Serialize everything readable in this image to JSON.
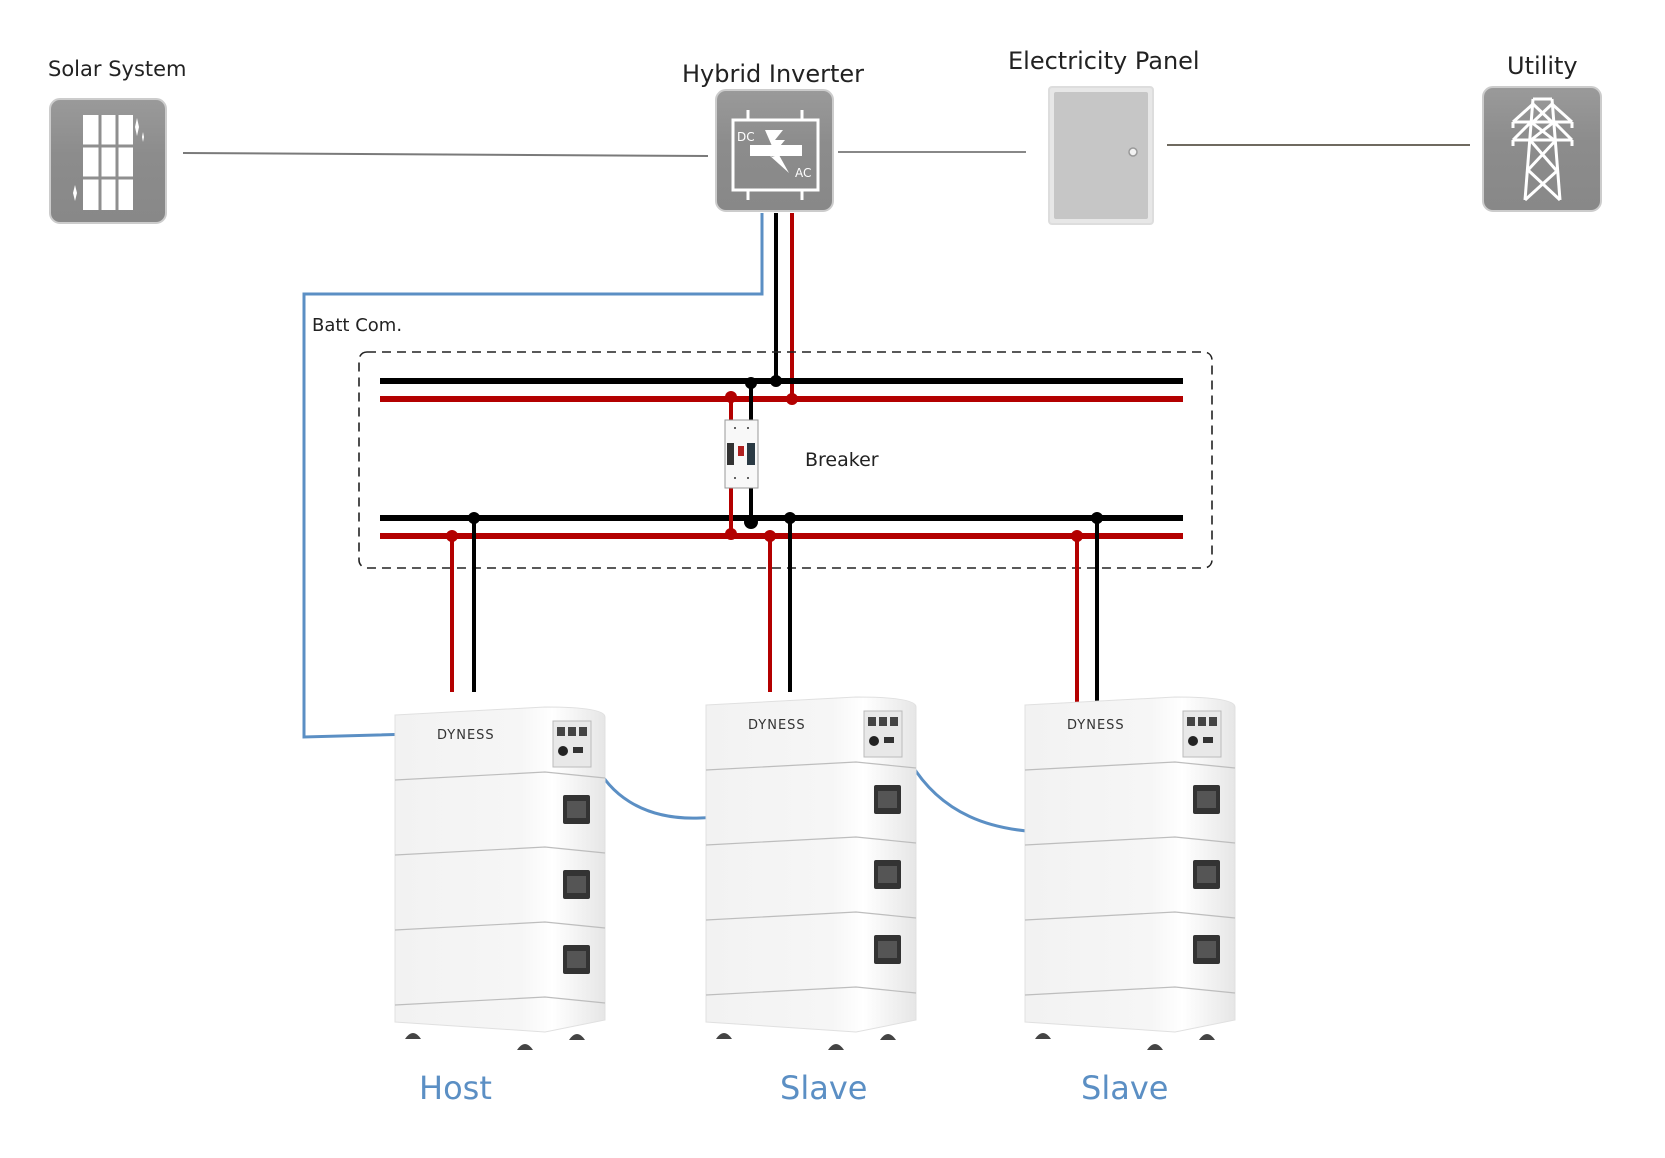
{
  "components": {
    "solar": {
      "label": "Solar System",
      "icon": "solar-panel-icon"
    },
    "inverter": {
      "label": "Hybrid Inverter",
      "icon": "inverter-icon",
      "dc_text": "DC",
      "ac_text": "AC"
    },
    "panel": {
      "label": "Electricity Panel",
      "icon": "electric-panel-icon"
    },
    "utility": {
      "label": "Utility",
      "icon": "power-tower-icon"
    }
  },
  "comm_label": "Batt Com.",
  "breaker_label": "Breaker",
  "batteries": [
    {
      "brand": "DYNESS",
      "role": "Host"
    },
    {
      "brand": "DYNESS",
      "role": "Slave"
    },
    {
      "brand": "DYNESS",
      "role": "Slave"
    }
  ],
  "colors": {
    "positive": "#b30000",
    "negative": "#000000",
    "comm": "#5b8fc4",
    "icon_bg": "#8f8f8f",
    "ac_line": "#888888"
  }
}
